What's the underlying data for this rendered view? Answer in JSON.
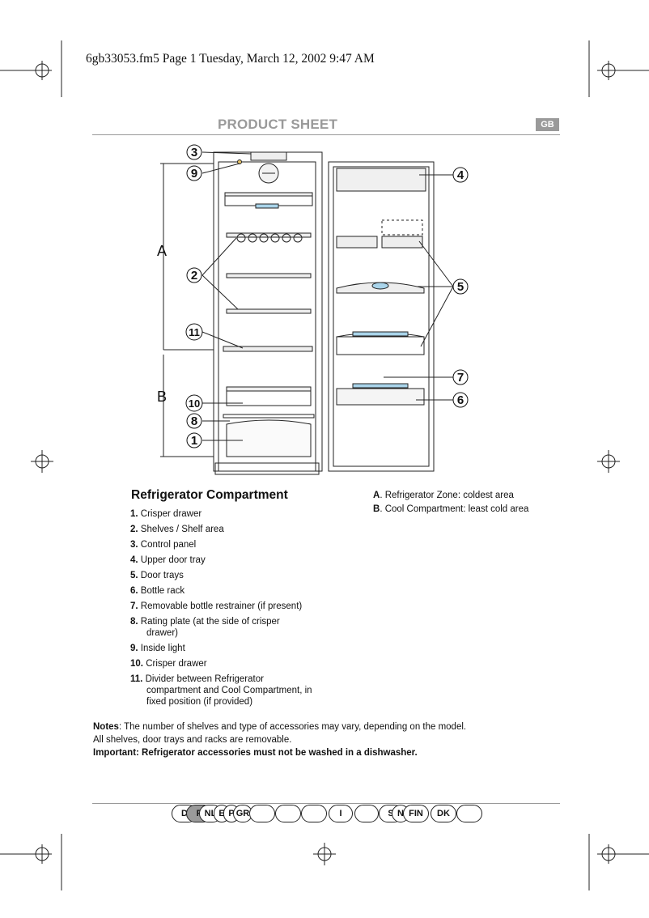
{
  "file_header": "6gb33053.fm5  Page 1  Tuesday, March 12, 2002  9:47 AM",
  "title": "PRODUCT SHEET",
  "lang_badge": "GB",
  "diagram": {
    "callouts_numbers": [
      "3",
      "9",
      "2",
      "11",
      "10",
      "8",
      "1",
      "4",
      "5",
      "7",
      "6"
    ],
    "zone_letters": [
      "A",
      "B"
    ]
  },
  "section_title": "Refrigerator Compartment",
  "legend": [
    {
      "num": "1.",
      "text": "Crisper drawer",
      "cont": ""
    },
    {
      "num": "2.",
      "text": "Shelves / Shelf area",
      "cont": ""
    },
    {
      "num": "3.",
      "text": "Control panel",
      "cont": ""
    },
    {
      "num": "4.",
      "text": "Upper door tray",
      "cont": ""
    },
    {
      "num": "5.",
      "text": "Door trays",
      "cont": ""
    },
    {
      "num": "6.",
      "text": "Bottle rack",
      "cont": ""
    },
    {
      "num": "7.",
      "text": "Removable bottle restrainer (if present)",
      "cont": ""
    },
    {
      "num": "8.",
      "text": "Rating plate (at the side of crisper",
      "cont": "drawer)"
    },
    {
      "num": "9.",
      "text": "Inside light",
      "cont": ""
    },
    {
      "num": "10.",
      "text": "Crisper drawer",
      "cont": ""
    },
    {
      "num": "11.",
      "text": "Divider between Refrigerator",
      "cont": "compartment and Cool Compartment, in fixed position (if provided)"
    }
  ],
  "zones": [
    {
      "letter": "A",
      "text": ". Refrigerator Zone: coldest area"
    },
    {
      "letter": "B",
      "text": ". Cool Compartment: least cold area"
    }
  ],
  "notes": {
    "label": "Notes",
    "text": ": The number of shelves and type of accessories may vary, depending on the model.",
    "line2": "All shelves, door trays and racks are removable.",
    "important": "Important: Refrigerator accessories must not be washed in a dishwasher."
  },
  "language_tabs": [
    "D",
    "F",
    "NL",
    "E",
    "P",
    "GR",
    "",
    "",
    "",
    "I",
    "",
    "S",
    "N",
    "FIN",
    "DK",
    ""
  ],
  "colors": {
    "heading_gray": "#9a9a9a",
    "shelf_blue": "#a9d4ea"
  }
}
